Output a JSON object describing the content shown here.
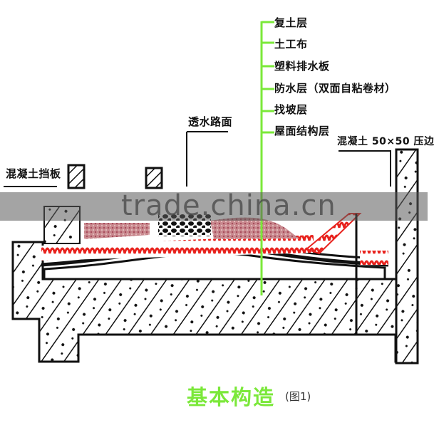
{
  "diagram": {
    "title": "基本构造",
    "figure_ref": "(图1)",
    "title_color": "#7be83a",
    "layer_leader_color": "#7be83a",
    "waterproof_color": "#e8231e",
    "layers": [
      {
        "label": "复土层"
      },
      {
        "label": "土工布"
      },
      {
        "label": "塑料排水板"
      },
      {
        "label": "防水层（双面自粘卷材）"
      },
      {
        "label": "找坡层"
      },
      {
        "label": "屋面结构层"
      }
    ],
    "callouts": {
      "left": "混凝土挡板",
      "middle": "透水路面",
      "right": "混凝土 50×50 压边"
    },
    "watermark": "trade.china.cn"
  }
}
